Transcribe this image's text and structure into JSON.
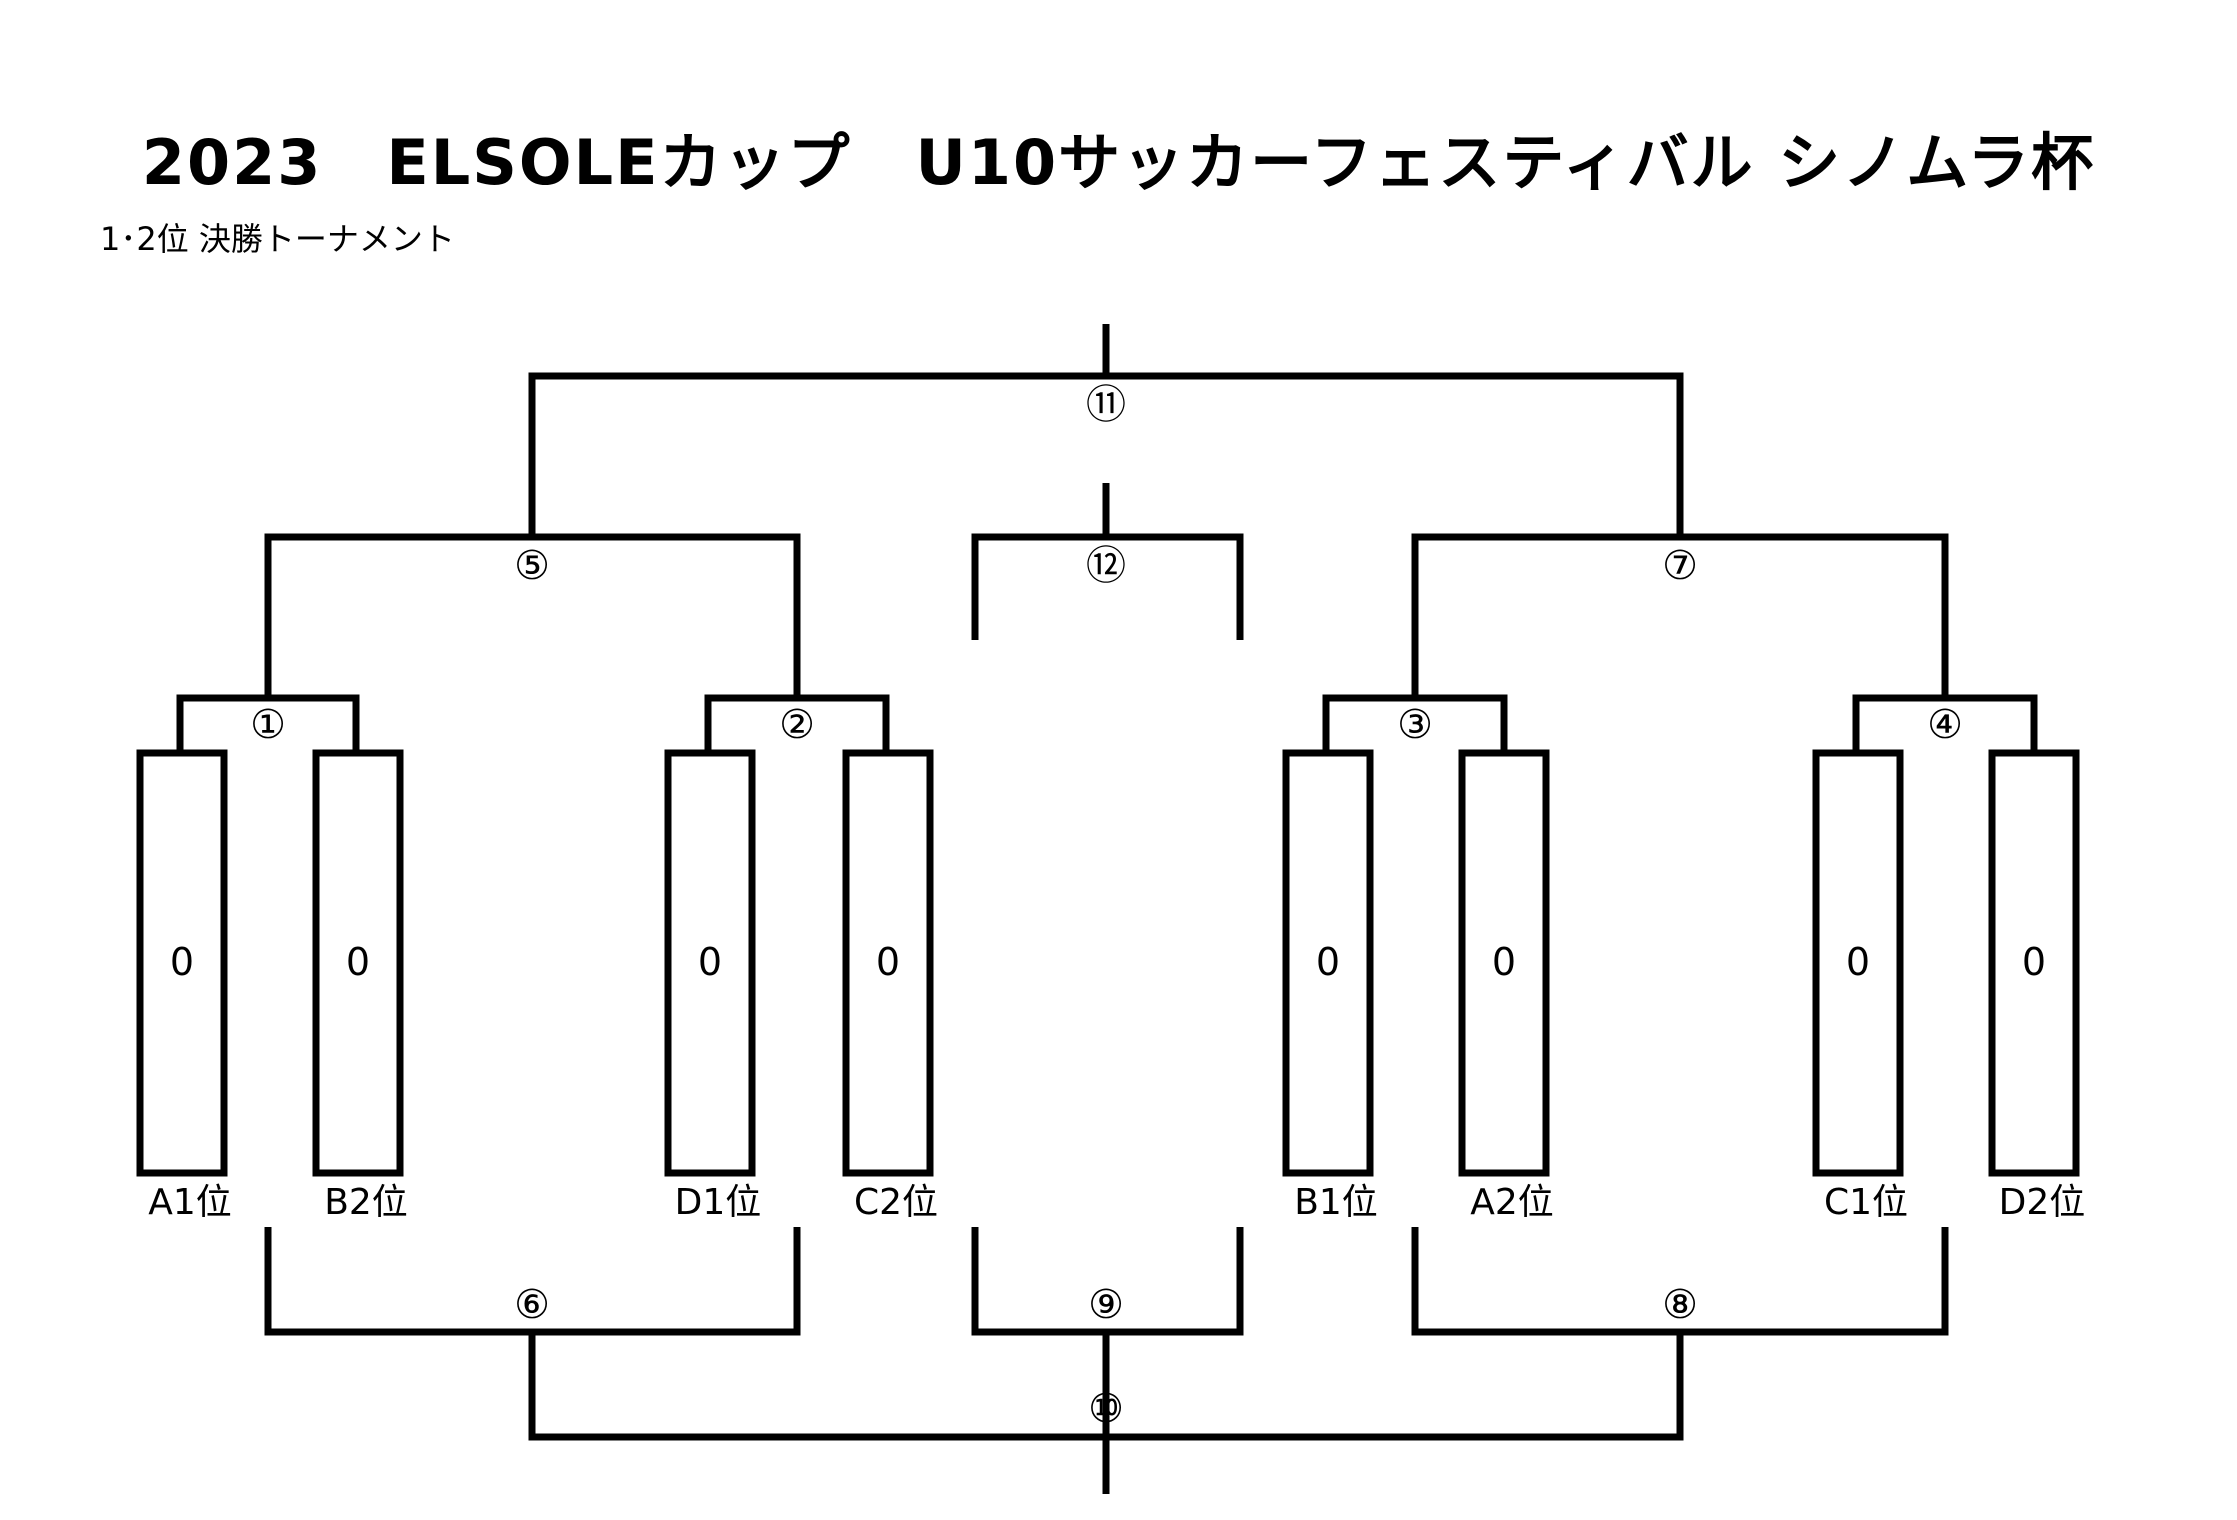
{
  "title": "2023　ELSOLEカップ　U10サッカーフェスティバル シノムラ杯",
  "subtitle": "1･2位 決勝トーナメント",
  "slots": [
    {
      "label": "A1位",
      "score": "0"
    },
    {
      "label": "B2位",
      "score": "0"
    },
    {
      "label": "D1位",
      "score": "0"
    },
    {
      "label": "C2位",
      "score": "0"
    },
    {
      "label": "B1位",
      "score": "0"
    },
    {
      "label": "A2位",
      "score": "0"
    },
    {
      "label": "C1位",
      "score": "0"
    },
    {
      "label": "D2位",
      "score": "0"
    }
  ],
  "matches": {
    "m1": "①",
    "m2": "②",
    "m3": "③",
    "m4": "④",
    "m5": "⑤",
    "m6": "⑥",
    "m7": "⑦",
    "m8": "⑧",
    "m9": "⑨",
    "m10": "⑩",
    "m11": "⑪",
    "m12": "⑫"
  }
}
